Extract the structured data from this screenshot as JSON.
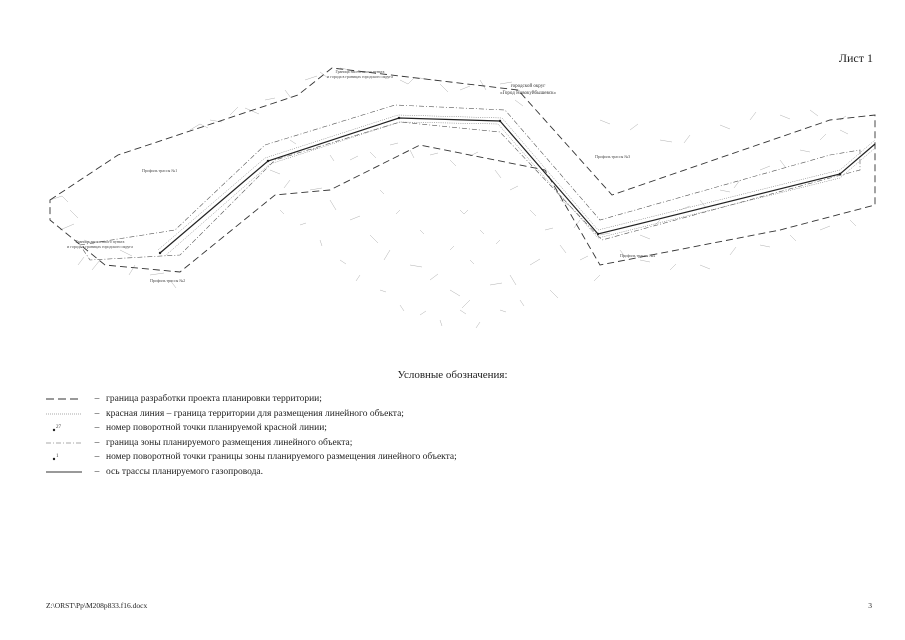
{
  "sheet_label": "Лист 1",
  "map": {
    "district_label_line1": "городской округ",
    "district_label_line2": "«Город Новокуйбышевск»",
    "top_label_line1": "Граница населенного пункта",
    "top_label_line2": "и города в границах городского округа",
    "left_label_line1": "Граница населенного пункта",
    "left_label_line2": "и города в границах городского округа",
    "profile_labels": [
      "Профиль трассы №1",
      "Профиль трассы №2",
      "Профиль трассы №3",
      "Профиль трассы №4"
    ]
  },
  "legend": {
    "title": "Условные обозначения:",
    "separator": "–",
    "items": [
      {
        "symbol": "long-dash-line",
        "text": "граница разработки проекта планировки территории;"
      },
      {
        "symbol": "thin-dotted-line",
        "text": "красная линия – граница территории для размещения линейного объекта;"
      },
      {
        "symbol": "red-line-point",
        "point_label": "27",
        "text": "номер поворотной точки планируемой красной линии;"
      },
      {
        "symbol": "dash-dot-line",
        "text": "граница зоны планируемого размещения линейного объекта;"
      },
      {
        "symbol": "zone-point",
        "point_label": "1",
        "text": "номер поворотной точки границы зоны планируемого размещения линейного объекта;"
      },
      {
        "symbol": "solid-line",
        "text": "ось трассы планируемого газопровода."
      }
    ]
  },
  "footer": {
    "path": "Z:\\ORST\\Pp\\M208p833.f16.docx",
    "page_number": "3"
  }
}
